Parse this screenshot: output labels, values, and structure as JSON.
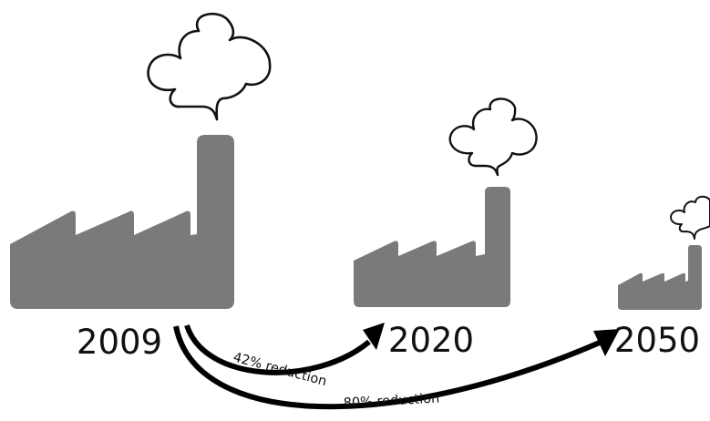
{
  "colors": {
    "factory": "#7a7a7a",
    "smoke_stroke": "#111111",
    "arrow": "#000000",
    "background": "#ffffff"
  },
  "icons": [
    "factory-icon",
    "smoke-cloud-icon",
    "curved-arrow-icon"
  ],
  "stages": [
    {
      "year": "2009"
    },
    {
      "year": "2020"
    },
    {
      "year": "2050"
    }
  ],
  "reductions": [
    {
      "label": "42% reduction",
      "from": "2009",
      "to": "2020"
    },
    {
      "label": "80% reduction",
      "from": "2009",
      "to": "2050"
    }
  ]
}
